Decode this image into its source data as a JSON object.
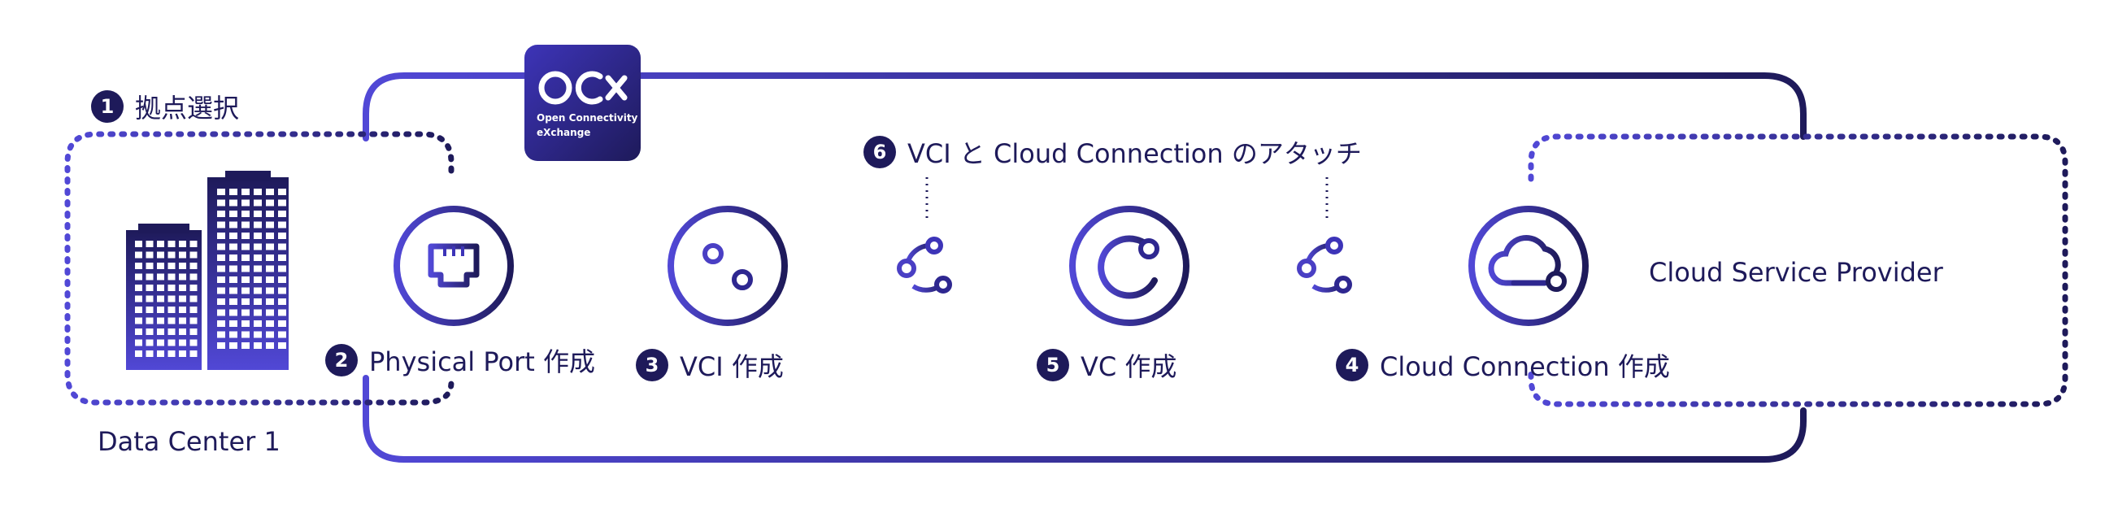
{
  "logo": {
    "mark": "OCX",
    "line1": "Open Connectivity",
    "line2": "eXchange"
  },
  "steps": [
    {
      "num": "1",
      "label": "拠点選択"
    },
    {
      "num": "2",
      "label": "Physical Port 作成"
    },
    {
      "num": "3",
      "label": "VCI 作成"
    },
    {
      "num": "4",
      "label": "Cloud Connection 作成"
    },
    {
      "num": "5",
      "label": "VC 作成"
    },
    {
      "num": "6",
      "label": "VCI と Cloud Connection のアタッチ"
    }
  ],
  "regions": {
    "data_center": "Data Center 1",
    "cloud_provider": "Cloud Service Provider"
  },
  "icons": [
    "buildings-icon",
    "ethernet-port-icon",
    "sliders-icon",
    "attach-node-icon",
    "connection-c-icon",
    "cloud-icon"
  ],
  "colors": {
    "navy": "#1e1a5a",
    "accent": "#4a3fc4",
    "gradient_start": "#5148d6",
    "gradient_end": "#1e1a5a"
  }
}
